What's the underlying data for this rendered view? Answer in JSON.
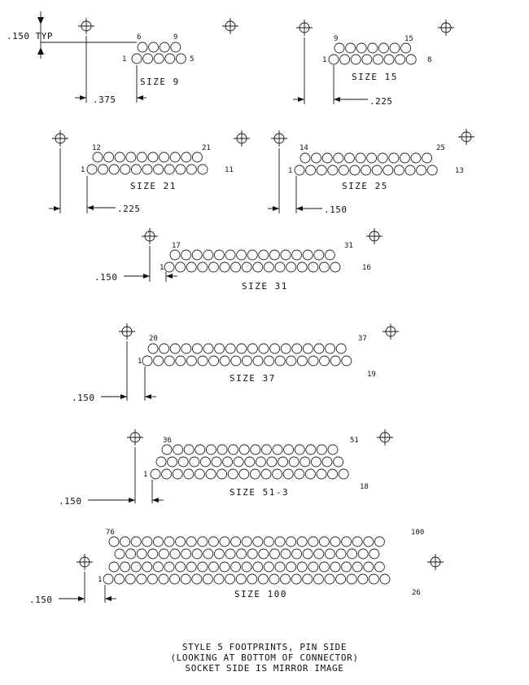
{
  "title_lines": [
    "STYLE 5 FOOTPRINTS, PIN SIDE",
    "(LOOKING AT BOTTOM OF CONNECTOR)",
    "SOCKET SIDE IS MIRROR IMAGE"
  ],
  "pitch_label": ".150 TYP",
  "footprints": [
    {
      "name": "SIZE 9",
      "offset_label": ".375",
      "pin_labels": [
        "6",
        "9",
        "1",
        "5"
      ]
    },
    {
      "name": "SIZE 15",
      "offset_label": ".225",
      "pin_labels": [
        "9",
        "15",
        "1",
        "8"
      ]
    },
    {
      "name": "SIZE 21",
      "offset_label": ".225",
      "pin_labels": [
        "12",
        "21",
        "1",
        "11"
      ]
    },
    {
      "name": "SIZE 25",
      "offset_label": ".150",
      "pin_labels": [
        "14",
        "25",
        "1",
        "13"
      ]
    },
    {
      "name": "SIZE 31",
      "offset_label": ".150",
      "pin_labels": [
        "17",
        "31",
        "1",
        "16"
      ]
    },
    {
      "name": "SIZE 37",
      "offset_label": ".150",
      "pin_labels": [
        "20",
        "37",
        "1",
        "19"
      ]
    },
    {
      "name": "SIZE 51-3",
      "offset_label": ".150",
      "pin_labels": [
        "36",
        "51",
        "1",
        "18"
      ]
    },
    {
      "name": "SIZE 100",
      "offset_label": ".150",
      "pin_labels": [
        "76",
        "100",
        "1",
        "26"
      ]
    }
  ]
}
